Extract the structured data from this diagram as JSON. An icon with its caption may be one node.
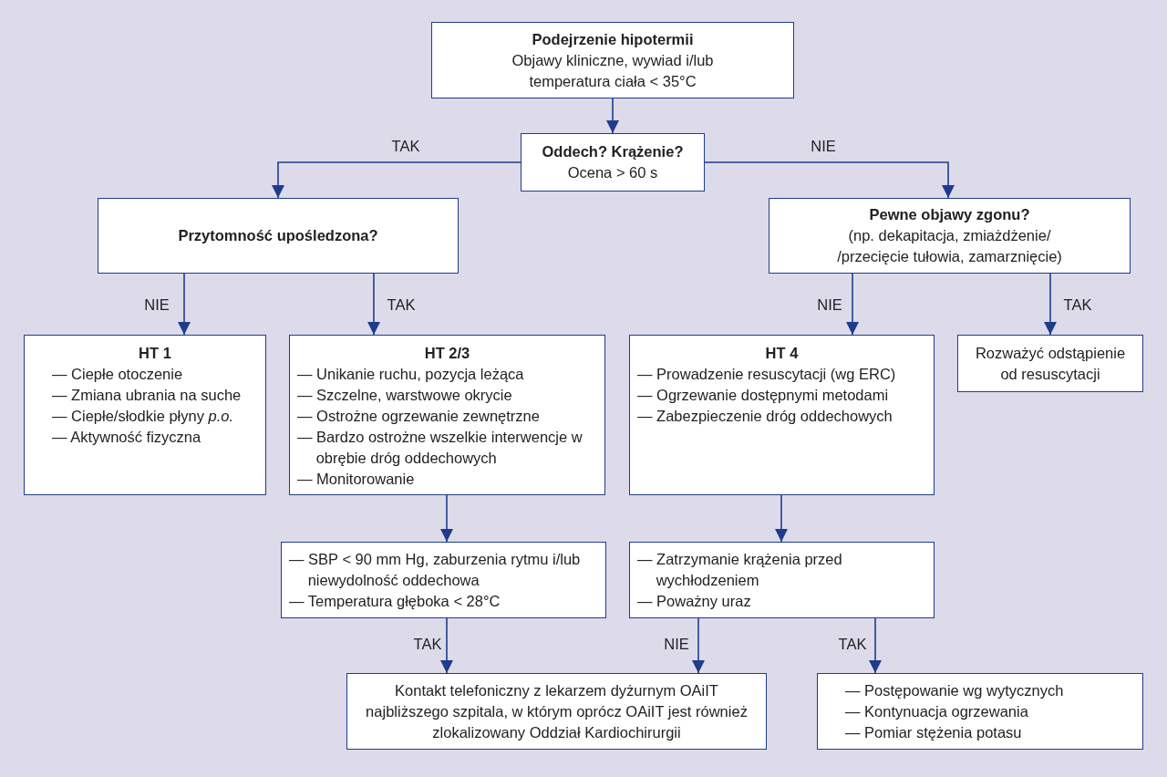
{
  "diagram": {
    "nodes": [
      {
        "text": [
          "Podejrzenie hipotermii",
          "Objawy kliniczne, wywiad i/lub temperatura ciała < 35°C"
        ]
      },
      {
        "text": [
          "Oddech? Krążenie?",
          "Ocena > 60 s"
        ]
      },
      {
        "text": [
          "Przytomność upośledzona?"
        ]
      },
      {
        "text": [
          "Pewne objawy zgonu?",
          "(np. dekapitacja, zmiażdżenie/ /przecięcie tułowia, zamarznięcie)"
        ]
      },
      {
        "text": [
          "HT 1",
          "— Ciepłe otoczenie",
          "— Zmiana ubrania na suche",
          "— Ciepłe/słodkie płyny *p.o.*",
          "— Aktywność fizyczna"
        ]
      },
      {
        "text": [
          "HT 2/3",
          "— Unikanie ruchu, pozycja leżąca",
          "— Szczelne, warstwowe okrycie",
          "— Ostrożne ogrzewanie zewnętrzne",
          "— Bardzo ostrożne wszelkie interwencje w obrębie dróg oddechowych",
          "— Monitorowanie"
        ]
      },
      {
        "text": [
          "HT 4",
          "— Prowadzenie resuscytacji (wg ERC)",
          "— Ogrzewanie dostępnymi metodami",
          "— Zabezpieczenie dróg oddechowych"
        ]
      },
      {
        "text": [
          "Rozważyć odstąpienie od resuscytacji"
        ]
      },
      {
        "text": [
          "— SBP < 90 mm Hg, zaburzenia rytmu i/lub niewydolność oddechowa",
          "— Temperatura głęboka < 28°C"
        ]
      },
      {
        "text": [
          "— Zatrzymanie krążenia przed wychłodzeniem",
          "— Poważny uraz"
        ]
      },
      {
        "text": [
          "Kontakt telefoniczny z lekarzem dyżurnym OAiIT najbliższego szpitala, w którym oprócz OAiIT jest również zlokalizowany Oddział Kardiochirurgii"
        ]
      },
      {
        "text": [
          "— Postępowanie wg wytycznych",
          "— Kontynuacja ogrzewania",
          "— Pomiar stężenia potasu"
        ]
      }
    ],
    "edges": [
      {
        "from": 0,
        "to": 1,
        "arrow": "to"
      },
      {
        "from": 1,
        "to": 2,
        "arrow": "to",
        "label": "TAK"
      },
      {
        "from": 1,
        "to": 3,
        "arrow": "to",
        "label": "NIE"
      },
      {
        "from": 2,
        "to": 4,
        "arrow": "to",
        "label": "NIE"
      },
      {
        "from": 2,
        "to": 5,
        "arrow": "to",
        "label": "TAK"
      },
      {
        "from": 3,
        "to": 6,
        "arrow": "to",
        "label": "NIE"
      },
      {
        "from": 3,
        "to": 7,
        "arrow": "to",
        "label": "TAK"
      },
      {
        "from": 5,
        "to": 8,
        "arrow": "to"
      },
      {
        "from": 6,
        "to": 9,
        "arrow": "to"
      },
      {
        "from": 8,
        "to": 10,
        "arrow": "to",
        "label": "TAK"
      },
      {
        "from": 9,
        "to": 10,
        "arrow": "to",
        "label": "NIE"
      },
      {
        "from": 9,
        "to": 11,
        "arrow": "to",
        "label": "TAK"
      }
    ]
  }
}
